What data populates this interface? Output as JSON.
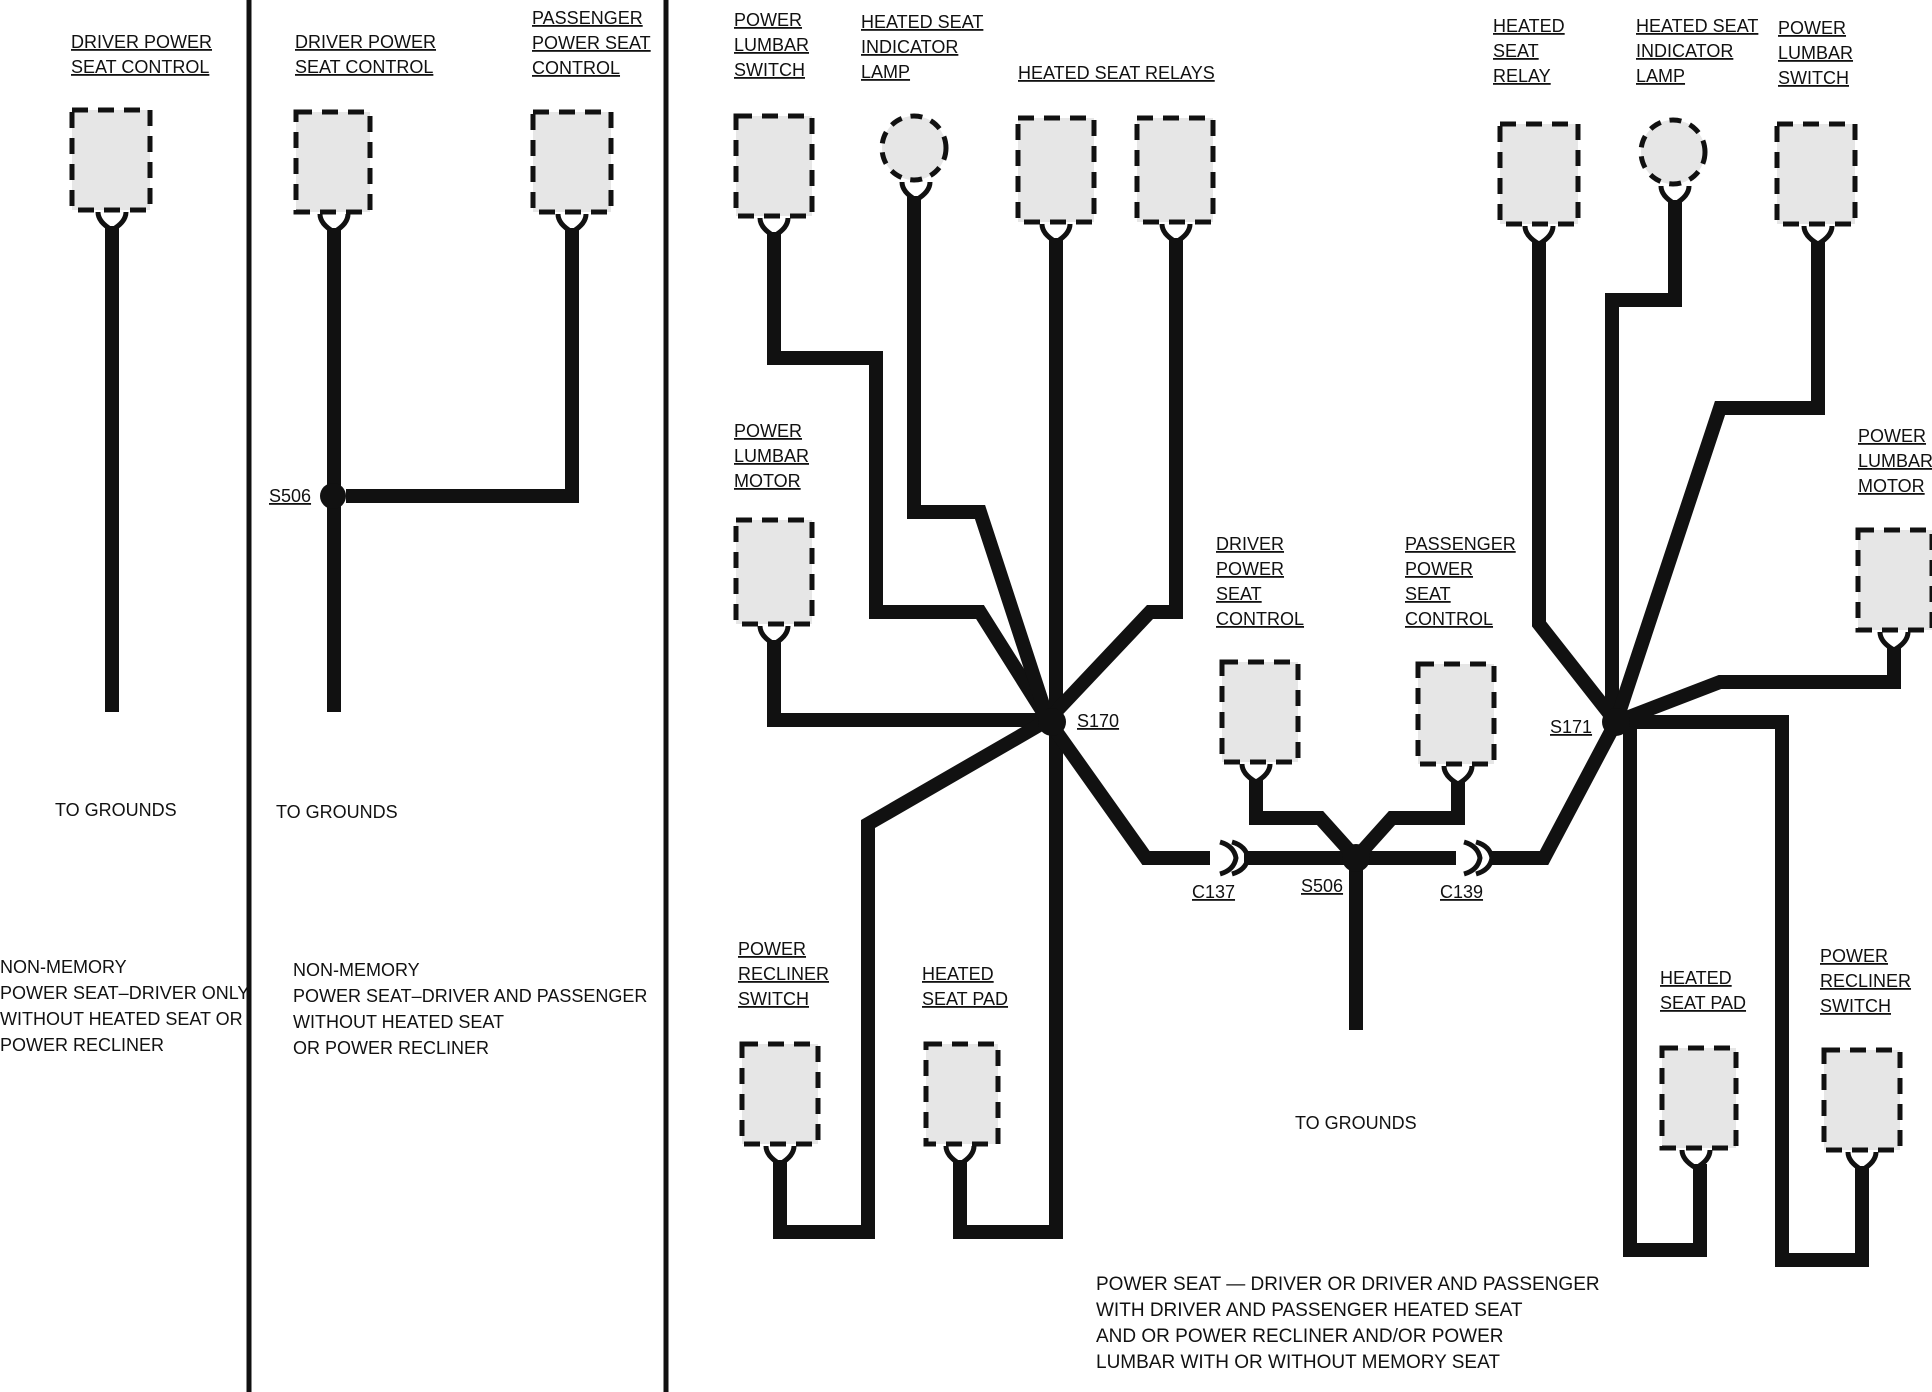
{
  "panel1": {
    "component": [
      "DRIVER POWER",
      "SEAT CONTROL"
    ],
    "ground": "TO GROUNDS",
    "caption": [
      "NON-MEMORY",
      "POWER SEAT–DRIVER ONLY",
      "WITHOUT HEATED SEAT OR",
      "POWER RECLINER"
    ]
  },
  "panel2": {
    "driver_control": [
      "DRIVER POWER",
      "SEAT CONTROL"
    ],
    "passenger_control": [
      "PASSENGER",
      "POWER SEAT",
      "CONTROL"
    ],
    "splice": "S506",
    "ground": "TO GROUNDS",
    "caption": [
      "NON-MEMORY",
      "POWER SEAT–DRIVER AND PASSENGER",
      "WITHOUT HEATED SEAT",
      "OR POWER RECLINER"
    ]
  },
  "panel3": {
    "left_lumbar_switch": [
      "POWER",
      "LUMBAR",
      "SWITCH"
    ],
    "left_indicator_lamp": [
      "HEATED SEAT",
      "INDICATOR",
      "LAMP"
    ],
    "heated_seat_relays": "HEATED SEAT RELAYS",
    "left_lumbar_motor": [
      "POWER",
      "LUMBAR",
      "MOTOR"
    ],
    "left_recliner_switch": [
      "POWER",
      "RECLINER",
      "SWITCH"
    ],
    "left_seat_pad": [
      "HEATED",
      "SEAT PAD"
    ],
    "driver_control": [
      "DRIVER",
      "POWER",
      "SEAT",
      "CONTROL"
    ],
    "passenger_control": [
      "PASSENGER",
      "POWER",
      "SEAT",
      "CONTROL"
    ],
    "right_relay": [
      "HEATED",
      "SEAT",
      "RELAY"
    ],
    "right_indicator_lamp": [
      "HEATED SEAT",
      "INDICATOR",
      "LAMP"
    ],
    "right_lumbar_switch": [
      "POWER",
      "LUMBAR",
      "SWITCH"
    ],
    "right_lumbar_motor": [
      "POWER",
      "LUMBAR",
      "MOTOR"
    ],
    "right_seat_pad": [
      "HEATED",
      "SEAT PAD"
    ],
    "right_recliner_switch": [
      "POWER",
      "RECLINER",
      "SWITCH"
    ],
    "splice_left": "S170",
    "splice_right": "S171",
    "splice_center": "S506",
    "connector_left": "C137",
    "connector_right": "C139",
    "ground": "TO GROUNDS",
    "caption": [
      "POWER SEAT —  DRIVER OR DRIVER AND PASSENGER",
      "WITH DRIVER AND PASSENGER HEATED SEAT",
      "AND OR POWER RECLINER AND/OR POWER",
      "LUMBAR WITH OR WITHOUT MEMORY SEAT"
    ]
  }
}
